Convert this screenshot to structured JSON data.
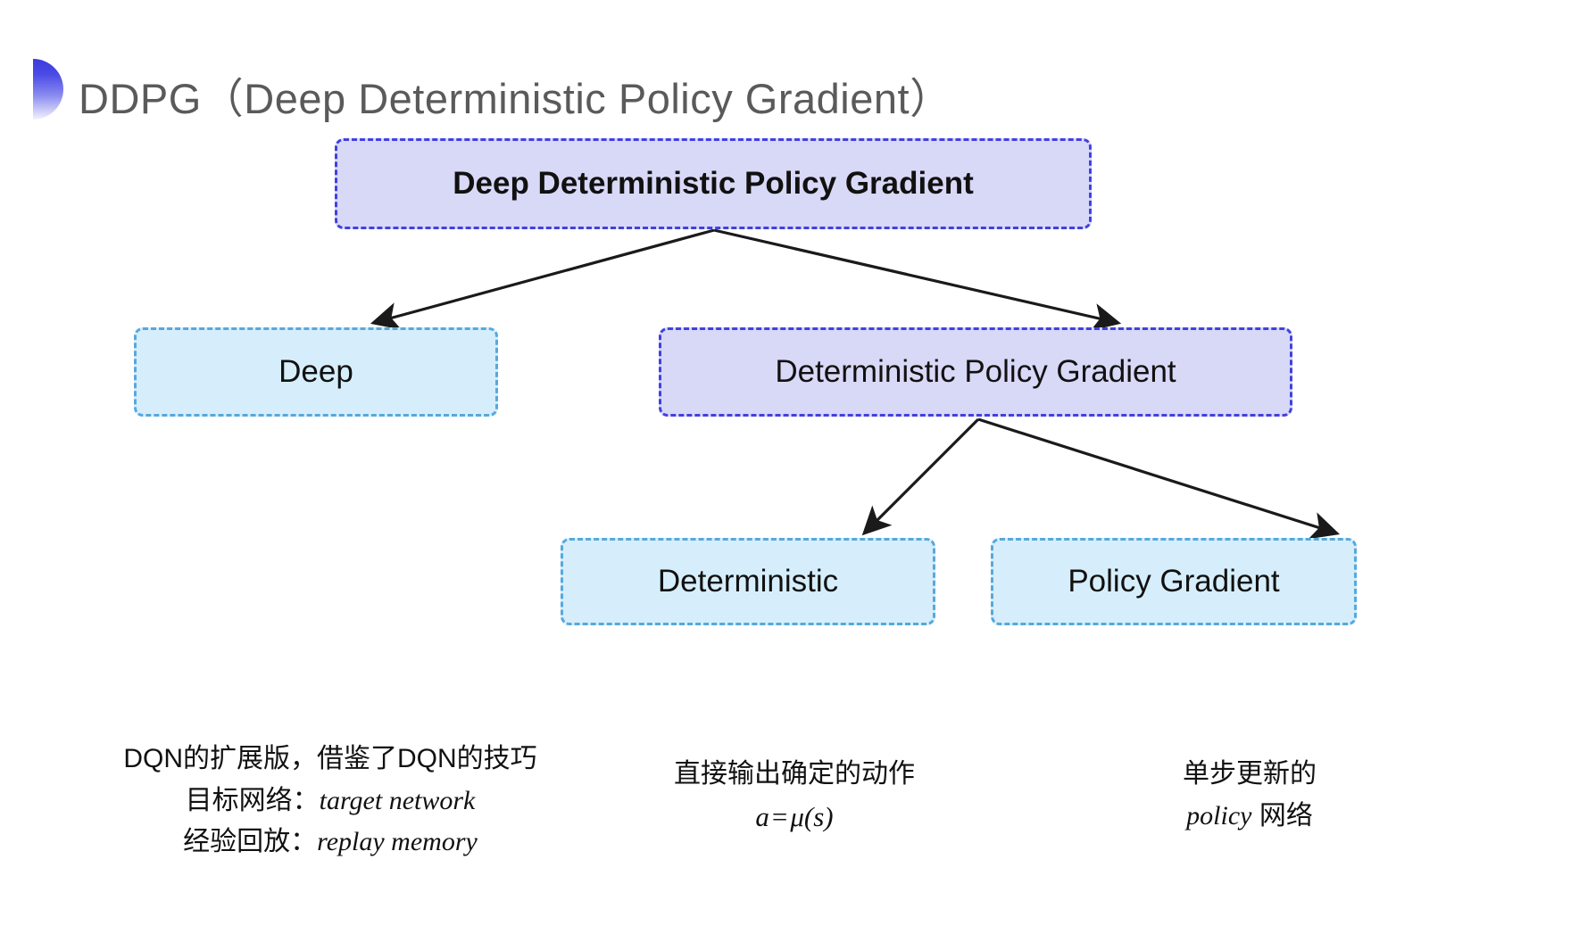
{
  "slide": {
    "title": "DDPG（Deep Deterministic Policy Gradient）",
    "decoration_icon": "half-circle-gradient-icon",
    "background_color": "#ffffff",
    "title_color": "#5a5a5a",
    "accent_color": "#3b3bdd"
  },
  "palette": {
    "purple_fill": "#d8d8f7",
    "purple_border": "#4141e0",
    "blue_fill": "#d6eefb",
    "blue_border": "#56a8dd",
    "arrow_color": "#1a1a1a"
  },
  "diagram": {
    "type": "tree",
    "nodes": [
      {
        "id": "ddpg",
        "label": "Deep Deterministic Policy Gradient",
        "style": "purple",
        "level": 0
      },
      {
        "id": "deep",
        "label": "Deep",
        "style": "blue",
        "level": 1
      },
      {
        "id": "dpg",
        "label": "Deterministic Policy Gradient",
        "style": "purple",
        "level": 1
      },
      {
        "id": "deterministic",
        "label": "Deterministic",
        "style": "blue",
        "level": 2
      },
      {
        "id": "policy_gradient",
        "label": "Policy Gradient",
        "style": "blue",
        "level": 2
      }
    ],
    "edges": [
      {
        "from": "ddpg",
        "to": "deep",
        "arrowhead": true
      },
      {
        "from": "ddpg",
        "to": "dpg",
        "arrowhead": true
      },
      {
        "from": "dpg",
        "to": "deterministic",
        "arrowhead": true
      },
      {
        "from": "dpg",
        "to": "policy_gradient",
        "arrowhead": true
      }
    ]
  },
  "captions": {
    "deep": {
      "line1": "DQN的扩展版，借鉴了DQN的技巧",
      "line2_label": "目标网络：",
      "line2_term": "target network",
      "line3_label": "经验回放：",
      "line3_term": "replay memory"
    },
    "deterministic": {
      "line1": "直接输出确定的动作",
      "formula_lhs": "a",
      "formula_op": "=",
      "formula_rhs": "μ(s)"
    },
    "policy_gradient": {
      "line1": "单步更新的",
      "line2_term": "policy",
      "line2_suffix": " 网络"
    }
  }
}
